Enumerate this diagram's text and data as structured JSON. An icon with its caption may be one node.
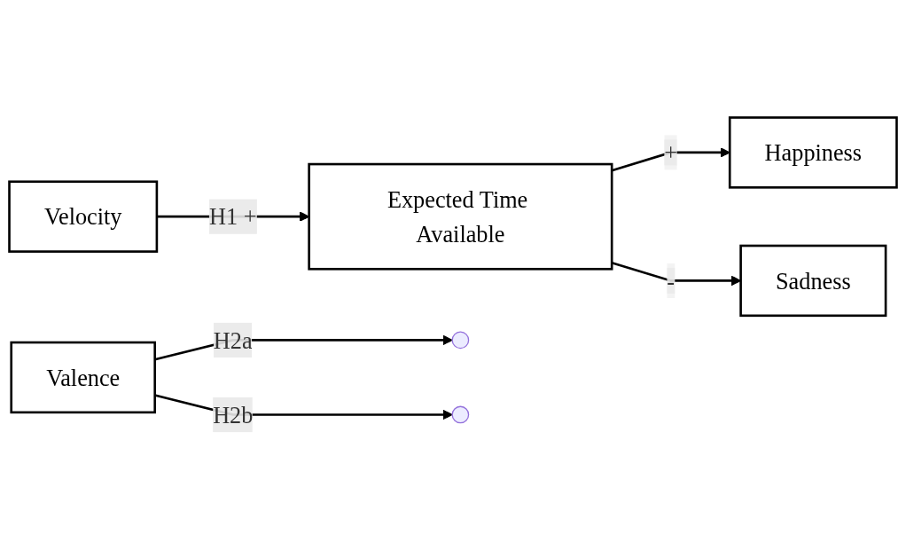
{
  "diagram": {
    "nodes": [
      {
        "text": [
          "Velocity"
        ]
      },
      {
        "text": [
          "Expected Time Available"
        ]
      },
      {
        "text": [
          "Happiness"
        ]
      },
      {
        "text": [
          "Valence"
        ]
      },
      {
        "text": [
          "Sadness"
        ]
      }
    ],
    "edges": [
      {
        "from": 0,
        "to": 1,
        "arrow": "to",
        "label": "H1 +"
      },
      {
        "from": 1,
        "to": 2,
        "arrow": "to",
        "label": "+"
      },
      {
        "from": 3,
        "to": null,
        "arrow": "to",
        "label": "H2a"
      },
      {
        "from": 3,
        "to": null,
        "arrow": "to",
        "label": "H2b"
      },
      {
        "from": 1,
        "to": 4,
        "arrow": "to",
        "label": "-"
      }
    ]
  }
}
